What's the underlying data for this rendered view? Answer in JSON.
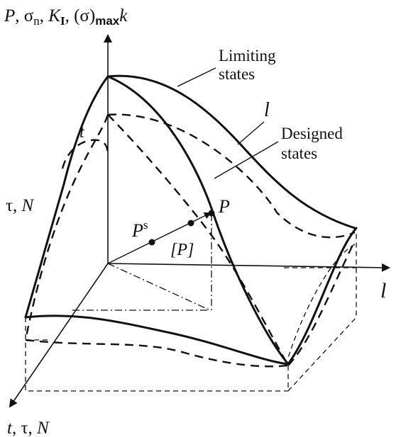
{
  "axes": {
    "vertical_label": {
      "p": "P",
      "sep1": ", σ",
      "n_sub": "n",
      "sep2": ", ",
      "k": "K",
      "i_sub": "I",
      "sep3": ", (σ)",
      "max_sub": "max",
      "k2": "k"
    },
    "horizontal_label": "l",
    "depth_label": {
      "t": "t",
      "rest": ", τ, ",
      "n": "N"
    },
    "side_label": {
      "tau": "τ, ",
      "n": "N"
    }
  },
  "annotations": {
    "limiting_line1": "Limiting",
    "limiting_line2": "states",
    "l_curve": "l",
    "designed_line1": "Designed",
    "designed_line2": "states",
    "t_curve": "t"
  },
  "points": {
    "ps_base": "P",
    "ps_sup": "s",
    "p_allow": "[P]",
    "p": "P"
  }
}
